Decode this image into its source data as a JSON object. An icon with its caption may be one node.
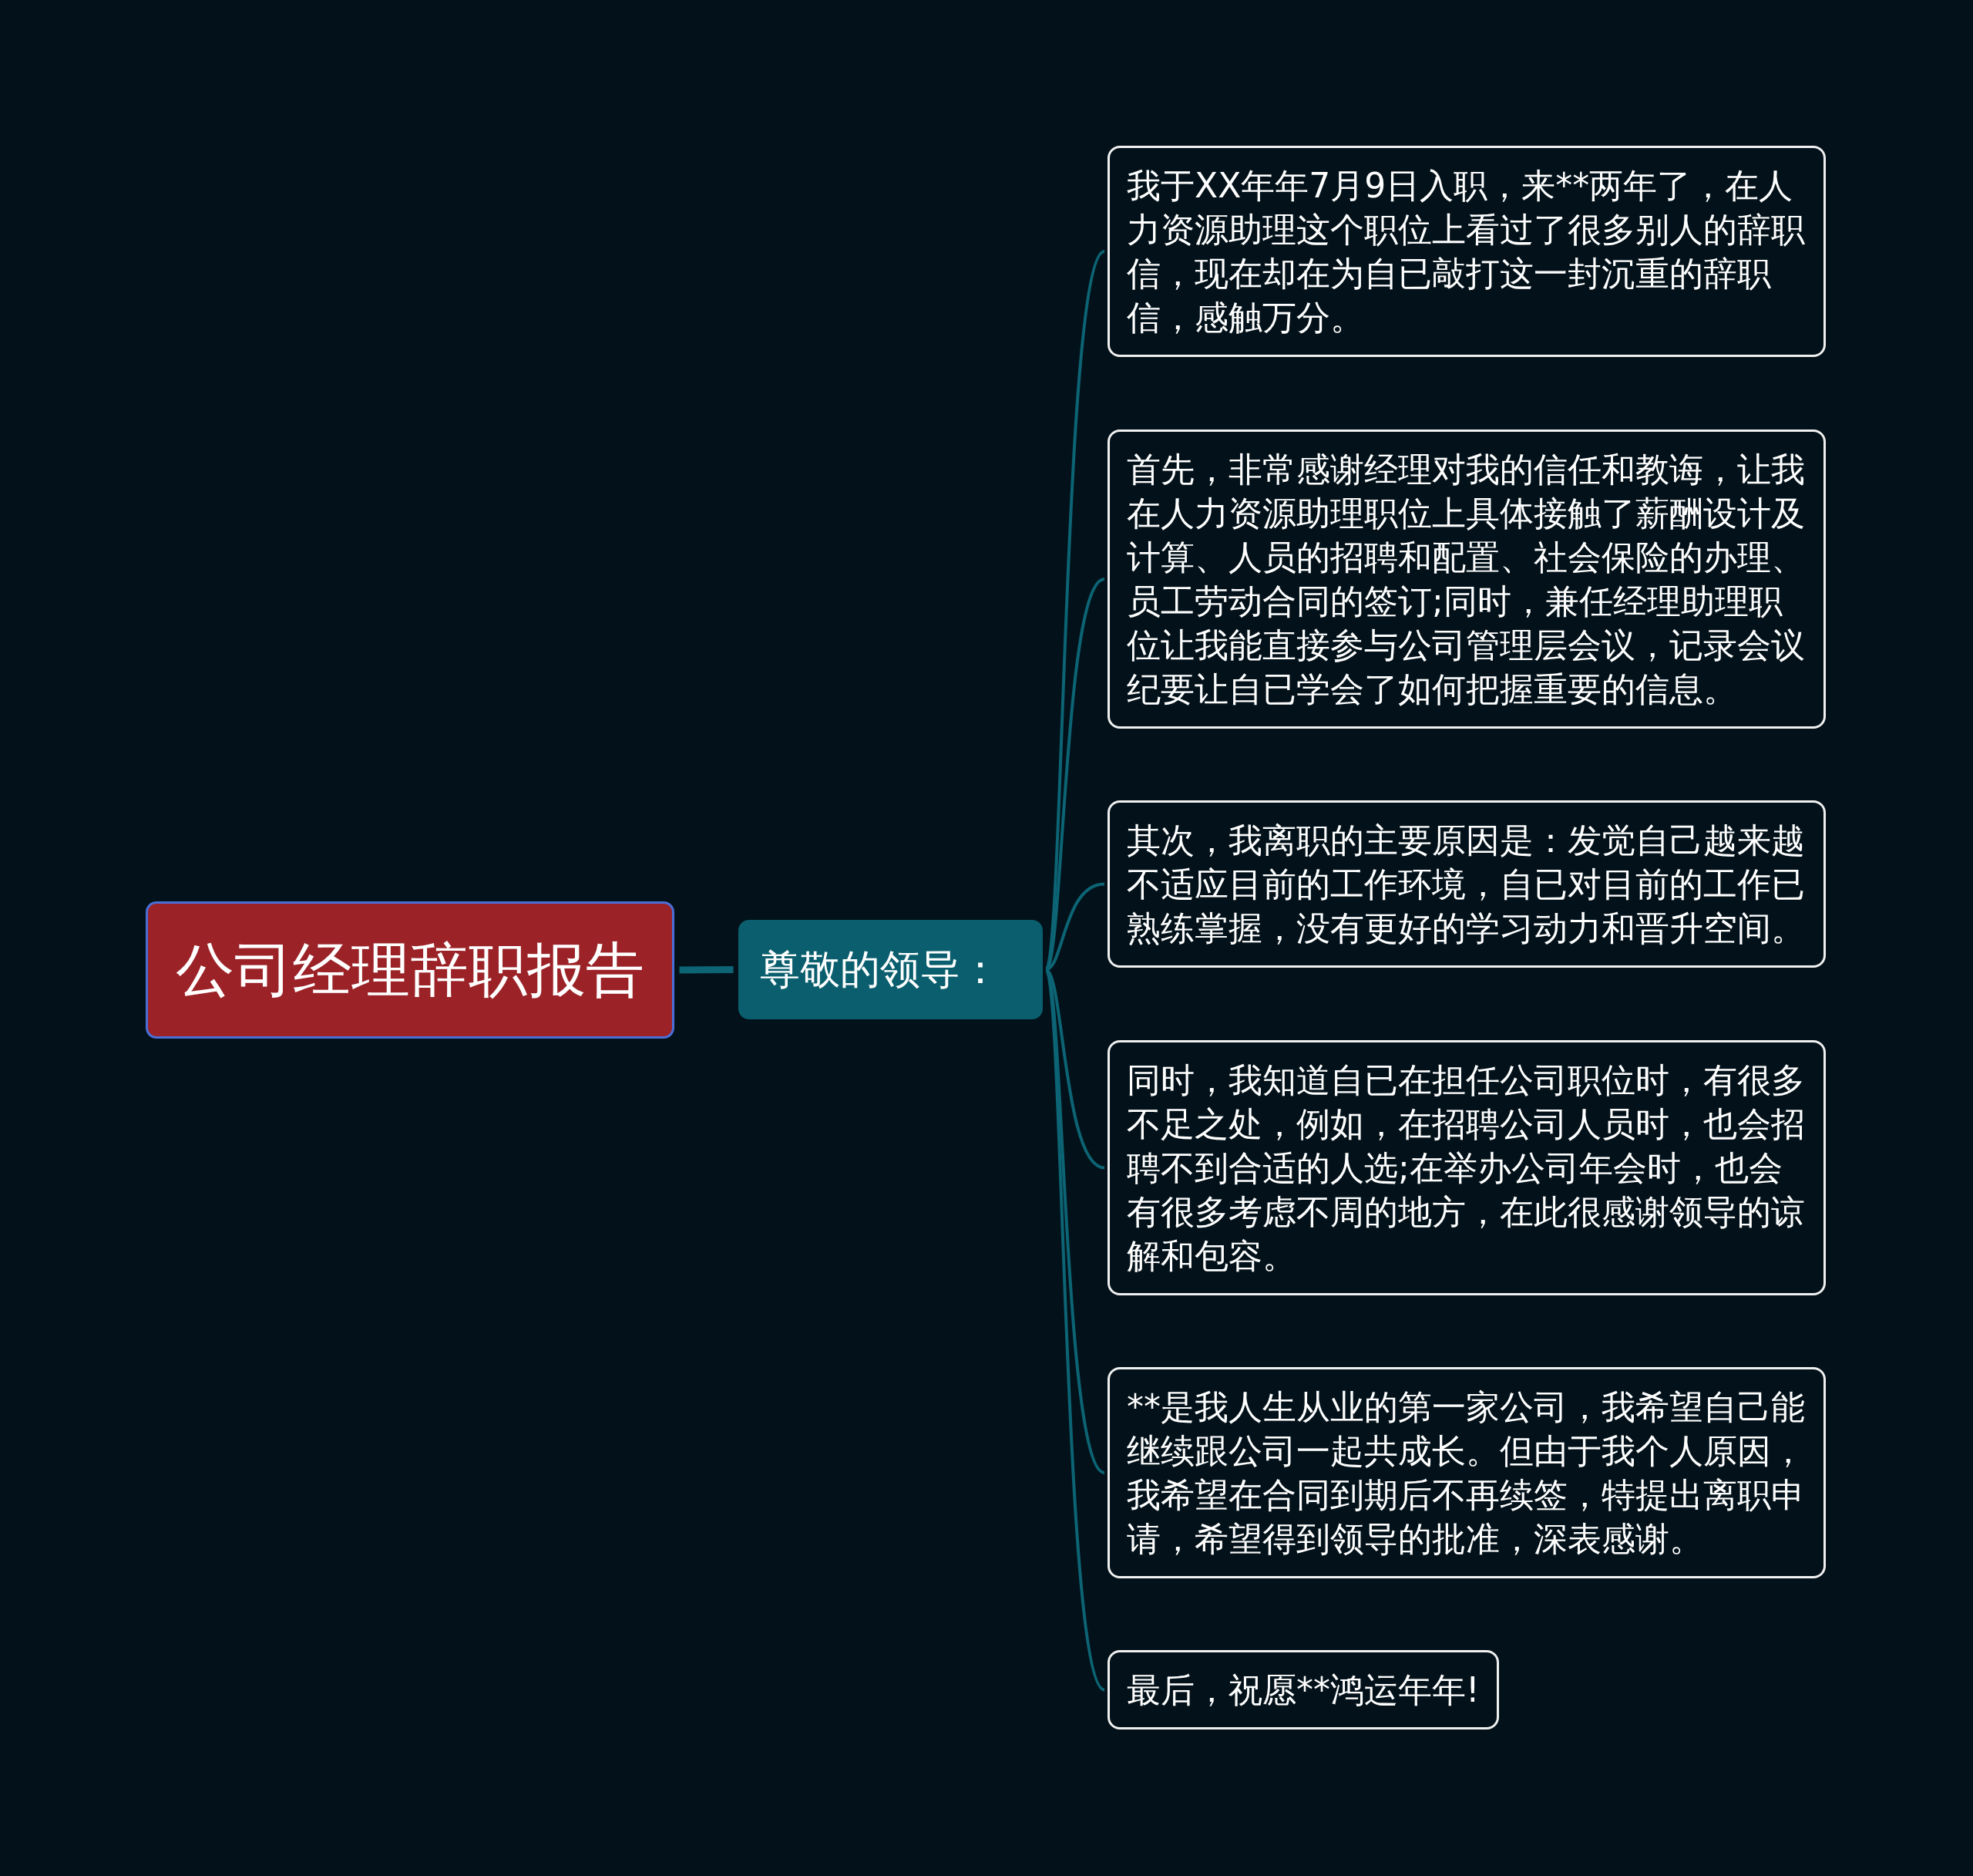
{
  "diagram": {
    "nodes": [
      {
        "text": [
          "公司经理辞职报告"
        ]
      },
      {
        "text": [
          "尊敬的领导："
        ]
      },
      {
        "text": [
          "我于XX年年7月9日入职，来**两年了，在人力资源助理这个职位上看过了很多别人的辞职信，现在却在为自已敲打这一封沉重的辞职信，感触万分。"
        ]
      },
      {
        "text": [
          "首先，非常感谢经理对我的信任和教诲，让我在人力资源助理职位上具体接触了薪酬设计及计算、人员的招聘和配置、社会保险的办理、员工劳动合同的签订;同时，兼任经理助理职位让我能直接参与公司管理层会议，记录会议纪要让自已学会了如何把握重要的信息。"
        ]
      },
      {
        "text": [
          "其次，我离职的主要原因是：发觉自己越来越不适应目前的工作环境，自已对目前的工作已熟练掌握，没有更好的学习动力和晋升空间。"
        ]
      },
      {
        "text": [
          "同时，我知道自已在担任公司职位时，有很多不足之处，例如，在招聘公司人员时，也会招聘不到合适的人选;在举办公司年会时，也会有很多考虑不周的地方，在此很感谢领导的谅解和包容。"
        ]
      },
      {
        "text": [
          "**是我人生从业的第一家公司，我希望自己能继续跟公司一起共成长。但由于我个人原因，我希望在合同到期后不再续签，特提出离职申请，希望得到领导的批准，深表感谢。"
        ]
      },
      {
        "text": [
          "最后，祝愿**鸿运年年!"
        ]
      }
    ],
    "edges": [
      {
        "from": 0,
        "to": 1,
        "arrow": "none",
        "style": "thick"
      },
      {
        "from": 1,
        "to": 2,
        "arrow": "none"
      },
      {
        "from": 1,
        "to": 3,
        "arrow": "none"
      },
      {
        "from": 1,
        "to": 4,
        "arrow": "none"
      },
      {
        "from": 1,
        "to": 5,
        "arrow": "none"
      },
      {
        "from": 1,
        "to": 6,
        "arrow": "none"
      },
      {
        "from": 1,
        "to": 7,
        "arrow": "none"
      }
    ]
  }
}
